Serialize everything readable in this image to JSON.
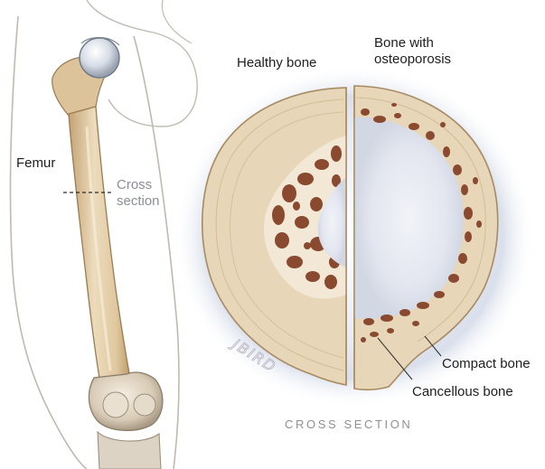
{
  "labels": {
    "femur": "Femur",
    "cross_section_line1": "Cross",
    "cross_section_line2": "section",
    "healthy_bone": "Healthy bone",
    "osteoporosis_line1": "Bone with",
    "osteoporosis_line2": "osteoporosis",
    "compact_bone": "Compact bone",
    "cancellous_bone": "Cancellous bone",
    "caption": "CROSS SECTION",
    "signature": "JBIRD"
  },
  "colors": {
    "bone_light": "#e7d6b8",
    "bone_shadow": "#c8aa7c",
    "marrow": "#8a4a30",
    "halo": "#d5dbe9",
    "skin_outline": "#b9b3ab"
  }
}
